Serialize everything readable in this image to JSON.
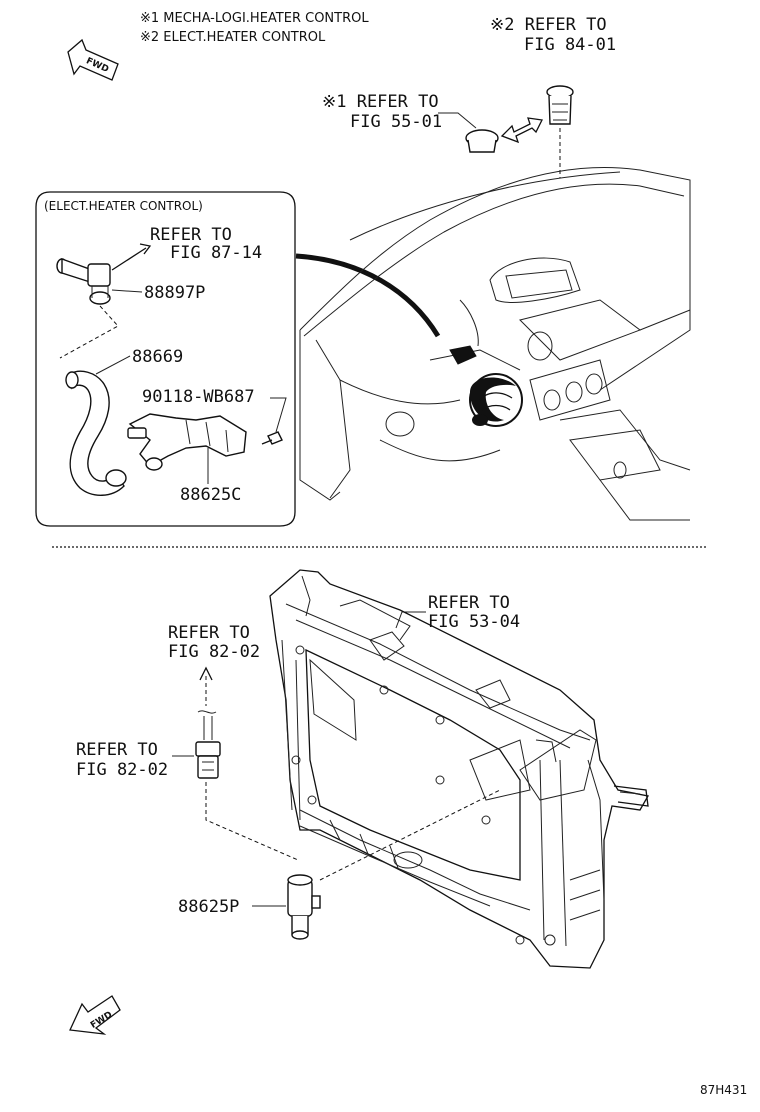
{
  "notes": {
    "mecha_note": "※1 MECHA-LOGI.HEATER CONTROL",
    "elect_note": "※2 ELECT.HEATER CONTROL"
  },
  "fwd_label": "FWD",
  "refs": {
    "ref_84": {
      "line1": "※2 REFER TO",
      "line2": "FIG 84-01"
    },
    "ref_55": {
      "line1": "※1 REFER TO",
      "line2": "FIG 55-01"
    },
    "ref_87": {
      "line1": "REFER TO",
      "line2": "FIG 87-14"
    },
    "ref_53": {
      "line1": "REFER TO",
      "line2": "FIG 53-04"
    },
    "ref_82a": {
      "line1": "REFER TO",
      "line2": "FIG 82-02"
    },
    "ref_82b": {
      "line1": "REFER TO",
      "line2": "FIG 82-02"
    }
  },
  "inset": {
    "title": "(ELECT.HEATER CONTROL)"
  },
  "parts": {
    "p88897P": "88897P",
    "p88669": "88669",
    "p90118": "90118-WB687",
    "p88625C": "88625C",
    "p88625P": "88625P"
  },
  "figure_code": "87H431"
}
